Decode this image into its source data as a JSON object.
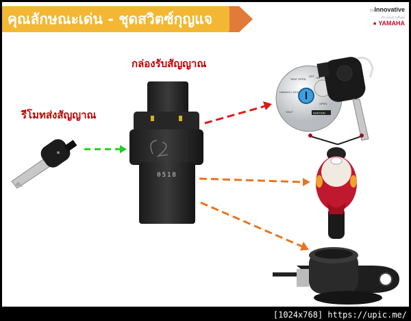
{
  "header": {
    "title": "คุณลักษณะเด่น - ชุดสวิตซ์กุญแจ",
    "banner_color": "#F3B733",
    "chevron_color": "#E07B39"
  },
  "logos": {
    "tagline_prefix": "Do",
    "tagline": "Innovative",
    "tagline_sub": "สร้างสรรค์ ไม่สิ้นสุด",
    "brand": "YAMAHA"
  },
  "labels": {
    "receiver": "กล่องรับสัญญาณ",
    "remote": "รีโมทส่งสัญญาณ"
  },
  "receiver_box_code": "0518",
  "ignition_markings": [
    "SEAT OPEN",
    "OFF",
    "ON",
    "HANDLE LOCK",
    "SHUT",
    "OPEN",
    "IGNITION"
  ],
  "colors": {
    "label": "#C00000",
    "arrow_green": "#22CC22",
    "arrow_red": "#E01818",
    "arrow_orange": "#E8741E"
  },
  "watermark": "[1024x768] https://upic.me/"
}
